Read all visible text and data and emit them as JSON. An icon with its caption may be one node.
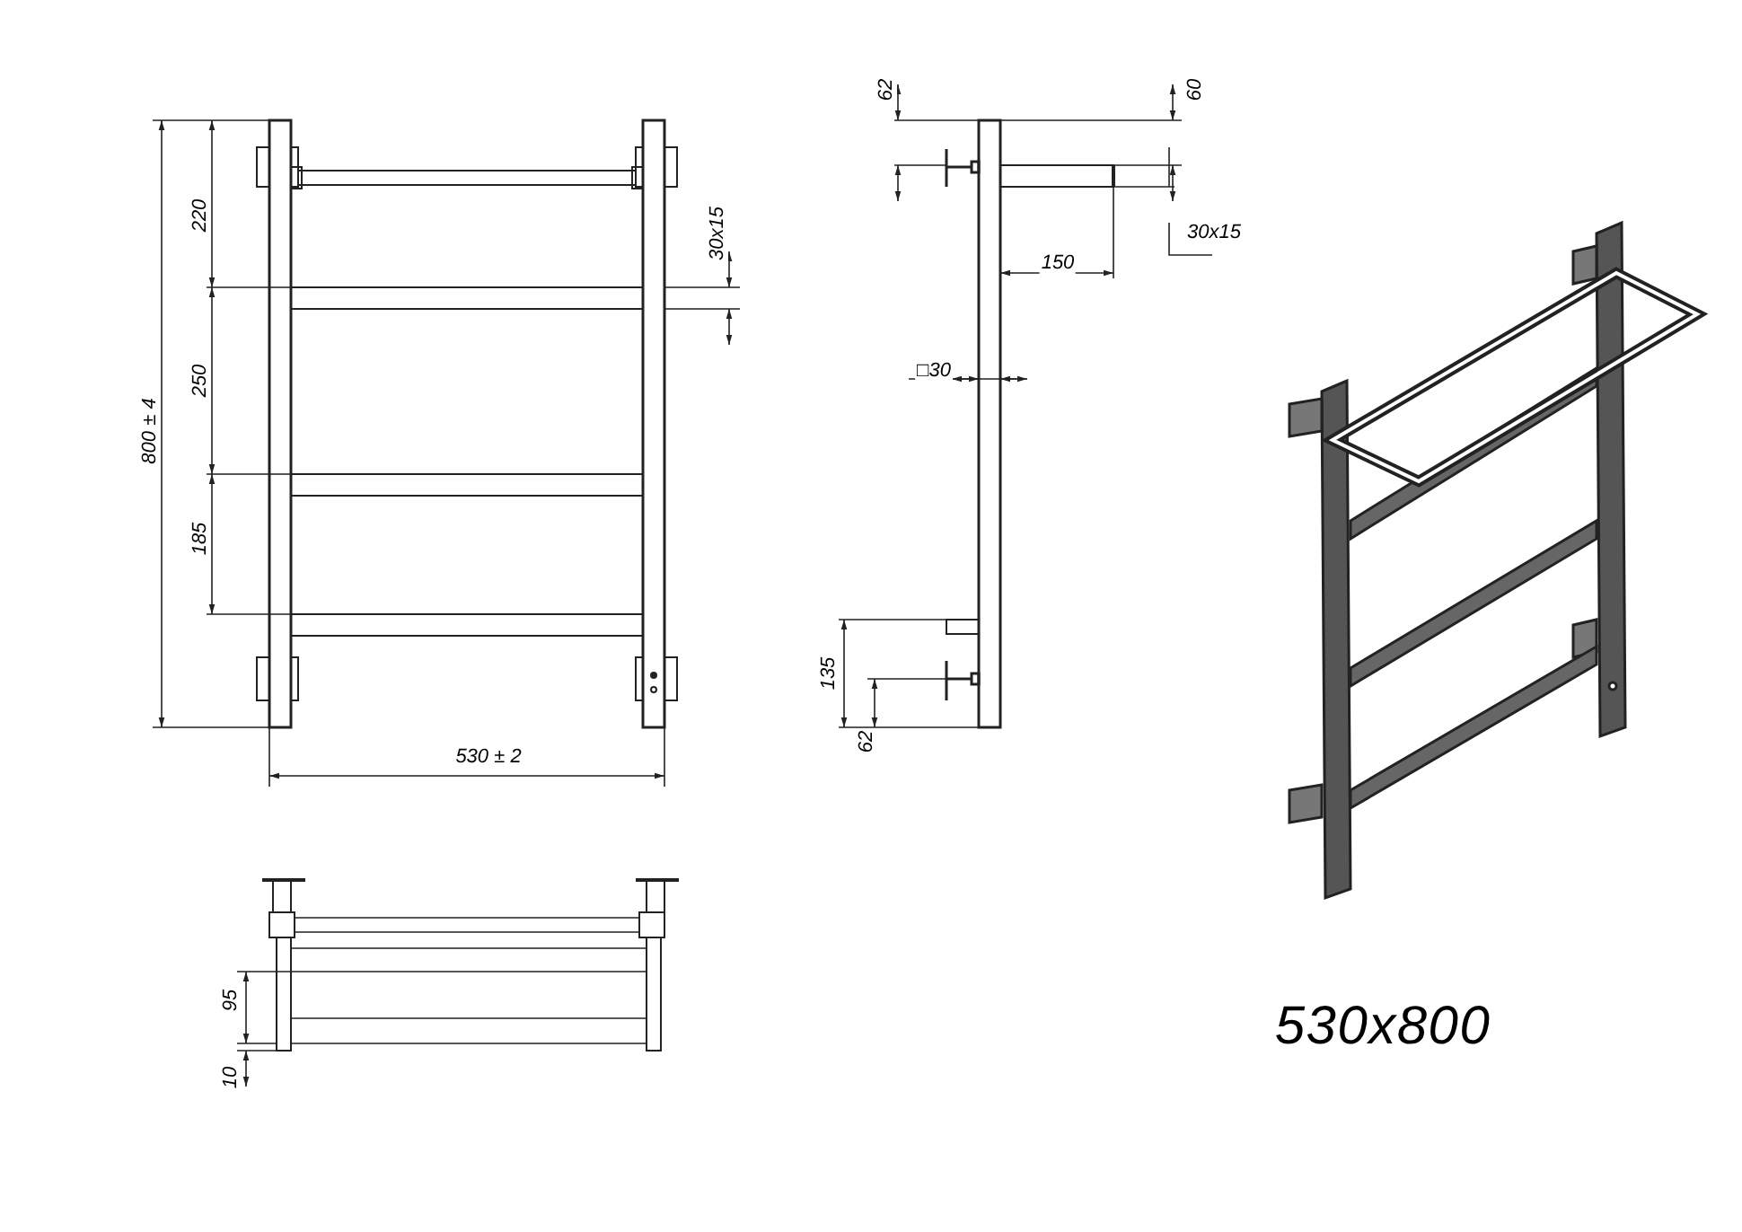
{
  "diagram": {
    "labels": [
      "62",
      "60",
      "220",
      "30x15",
      "30x15",
      "150",
      "800 ± 4",
      "250",
      "□30",
      "185",
      "135",
      "62",
      "530 ± 2",
      "95",
      "10",
      "530x800"
    ]
  }
}
